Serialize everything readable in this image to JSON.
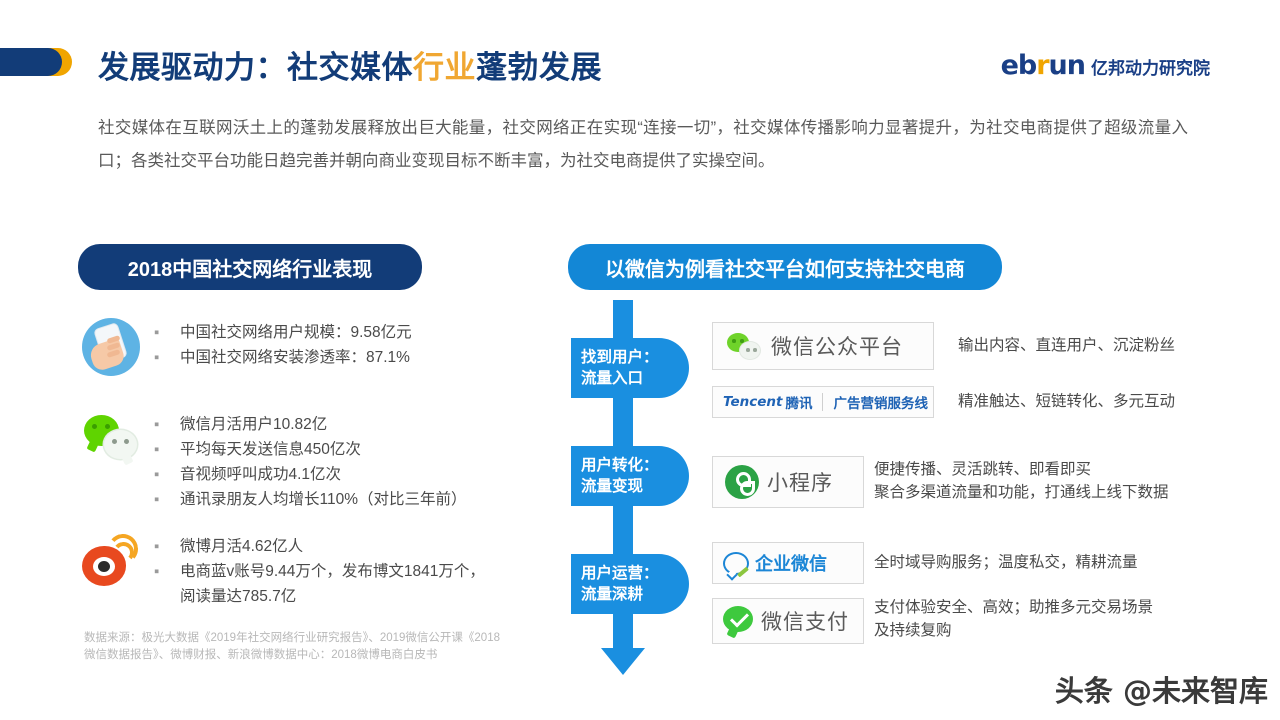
{
  "header": {
    "title_main": "发展驱动力：社交媒体",
    "title_highlight": "行业",
    "title_tail": "蓬勃发展",
    "logo_en_1": "eb",
    "logo_en_r": "r",
    "logo_en_2": "un",
    "logo_cn": "亿邦动力研究院",
    "accent_navy": "#123c78",
    "accent_gold": "#f0a500"
  },
  "intro": {
    "paragraph": "社交媒体在互联网沃土上的蓬勃发展释放出巨大能量，社交网络正在实现“连接一切”，社交媒体传播影响力显著提升，为社交电商提供了超级流量入口；各类社交平台功能日趋完善并朝向商业变现目标不断丰富，为社交电商提供了实操空间。"
  },
  "left_panel": {
    "heading": "2018中国社交网络行业表现",
    "heading_color": "#123c78",
    "stats": [
      {
        "icon": "hand-holding-phone-icon",
        "lines": [
          "中国社交网络用户规模：9.58亿元",
          "中国社交网络安装渗透率：87.1%"
        ],
        "continuation": ""
      },
      {
        "icon": "wechat-icon",
        "lines": [
          "微信月活用户10.82亿",
          "平均每天发送信息450亿次",
          "音视频呼叫成功4.1亿次",
          "通讯录朋友人均增长110%（对比三年前）"
        ],
        "continuation": ""
      },
      {
        "icon": "weibo-icon",
        "lines": [
          "微博月活4.62亿人",
          "电商蓝v账号9.44万个，发布博文1841万个，"
        ],
        "continuation": "阅读量达785.7亿"
      }
    ],
    "source": "数据来源：极光大数据《2019年社交网络行业研究报告》、2019微信公开课《2018微信数据报告》、微博财报、新浪微博数据中心：2018微博电商白皮书"
  },
  "right_panel": {
    "heading": "以微信为例看社交平台如何支持社交电商",
    "heading_color": "#1387d6",
    "flow_color": "#1a8fe0",
    "steps": [
      {
        "line1": "找到用户：",
        "line2": "流量入口"
      },
      {
        "line1": "用户转化：",
        "line2": "流量变现"
      },
      {
        "line1": "用户运营：",
        "line2": "流量深耕"
      }
    ],
    "cards": [
      {
        "icon": "wechat-official-account-icon",
        "label": "微信公众平台",
        "desc_line1": "输出内容、直连用户、沉淀粉丝",
        "desc_line2": ""
      },
      {
        "icon": "tencent-logo-icon",
        "label_en": "Tencent",
        "label_cn": "腾讯",
        "label_right": "广告营销服务线",
        "desc_line1": "精准触达、短链转化、多元互动",
        "desc_line2": ""
      },
      {
        "icon": "mini-program-icon",
        "label": "小程序",
        "desc_line1": "便捷传播、灵活跳转、即看即买",
        "desc_line2": "聚合多渠道流量和功能，打通线上线下数据"
      },
      {
        "icon": "wecom-icon",
        "label": "企业微信",
        "desc_line1": "全时域导购服务；温度私交，精耕流量",
        "desc_line2": ""
      },
      {
        "icon": "wechat-pay-icon",
        "label": "微信支付",
        "desc_line1": "支付体验安全、高效；助推多元交易场景",
        "desc_line2": "及持续复购"
      }
    ]
  },
  "watermark": {
    "text": "头条 @未来智库"
  }
}
